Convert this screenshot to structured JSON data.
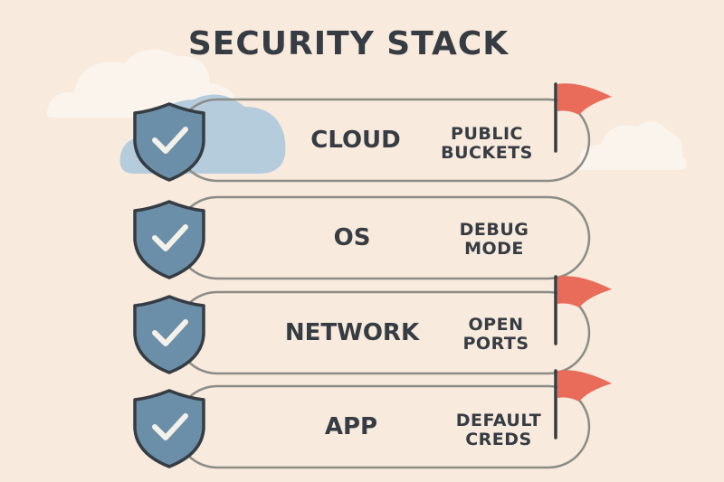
{
  "title": "SECURITY STACK",
  "colors": {
    "background": "#f8eadc",
    "cloud": "#b5ccdd",
    "bg_cloud": "#fbf4ec",
    "outline": "#8c8c86",
    "shield_fill": "#6b8fa8",
    "shield_stroke": "#363c43",
    "check": "#f4f1ea",
    "flag": "#e96b59",
    "text": "#363c43"
  },
  "layers": [
    {
      "name": "CLOUD",
      "risk_line1": "PUBLIC",
      "risk_line2": "BUCKETS",
      "icon": "shield-check-icon",
      "flag": true
    },
    {
      "name": "OS",
      "risk_line1": "DEBUG",
      "risk_line2": "MODE",
      "icon": "shield-check-icon",
      "flag": false
    },
    {
      "name": "NETWORK",
      "risk_line1": "OPEN",
      "risk_line2": "PORTS",
      "icon": "shield-check-icon",
      "flag": true
    },
    {
      "name": "APP",
      "risk_line1": "DEFAULT",
      "risk_line2": "CREDS",
      "icon": "shield-check-icon",
      "flag": true
    }
  ]
}
